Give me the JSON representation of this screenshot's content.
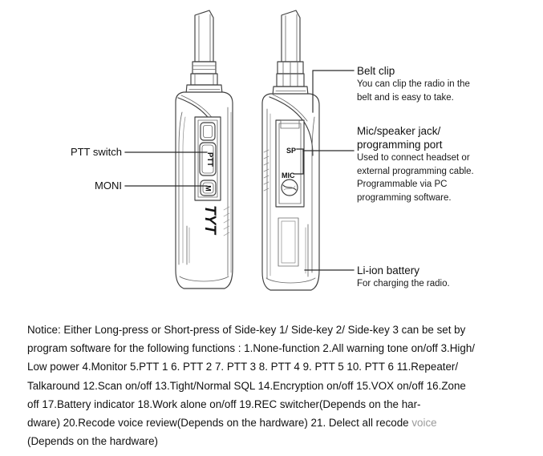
{
  "page": {
    "background": "#ffffff",
    "line_color": "#3c3c3c",
    "type": "product-diagram",
    "product_brand": "TYT",
    "title": "Two-way radio callout diagram"
  },
  "device_left": {
    "view": "left-side-view",
    "brand_mark": "TYT",
    "keys": [
      {
        "name": "side-key-top",
        "label": ""
      },
      {
        "name": "ptt-button",
        "label": "PTT"
      },
      {
        "name": "monitor-button",
        "label": "M"
      }
    ]
  },
  "device_right": {
    "view": "right-side-view",
    "jack_labels": [
      "SP",
      "MIC"
    ]
  },
  "left_labels": [
    {
      "id": "ptt-switch",
      "text": "PTT switch"
    },
    {
      "id": "moni",
      "text": "MONI"
    }
  ],
  "callouts": [
    {
      "id": "belt-clip",
      "title": "Belt clip",
      "body": [
        "You can clip the radio in the",
        "belt and is easy to take."
      ]
    },
    {
      "id": "mic-speaker-jack",
      "title_lines": [
        "Mic/speaker jack/",
        "programming port"
      ],
      "body": [
        "Used to connect headset or",
        "external programming cable.",
        "Programmable via PC",
        "programming software."
      ]
    },
    {
      "id": "li-ion-battery",
      "title": "Li-ion battery",
      "body": [
        "For charging the radio."
      ]
    }
  ],
  "notice": {
    "lines": [
      "Notice: Either Long-press or Short-press of Side-key 1/ Side-key 2/ Side-key 3 can be set by",
      "program software for the following functions : 1.None-function  2.All warning tone on/off  3.High/",
      "Low power  4.Monitor  5.PTT 1  6. PTT 2  7. PTT 3  8. PTT 4  9. PTT 5  10. PTT 6  11.Repeater/",
      "Talkaround  12.Scan on/off  13.Tight/Normal SQL  14.Encryption on/off  15.VOX on/off  16.Zone",
      "off   17.Battery indicator   18.Work alone on/off    19.REC switcher(Depends on the har-",
      "dware)  20.Recode voice review(Depends on the hardware)  21. Delect all recode ",
      "(Depends on the hardware)"
    ],
    "faded_tail": "voice",
    "full_text": "Notice: Either Long-press or Short-press of Side-key 1/ Side-key 2/ Side-key 3 can be set by program software for the following functions : 1.None-function 2.All warning tone on/off 3.High/Low power 4.Monitor 5.PTT 1 6. PTT 2 7. PTT 3 8. PTT 4 9. PTT 5 10. PTT 6 11.Repeater/Talkaround 12.Scan on/off 13.Tight/Normal SQL 14.Encryption on/off 15.VOX on/off 16.Zone off 17.Battery indicator 18.Work alone on/off 19.REC switcher(Depends on the hardware) 20.Recode voice review(Depends on the hardware) 21. Delect all recode voice (Depends on the hardware)"
  }
}
